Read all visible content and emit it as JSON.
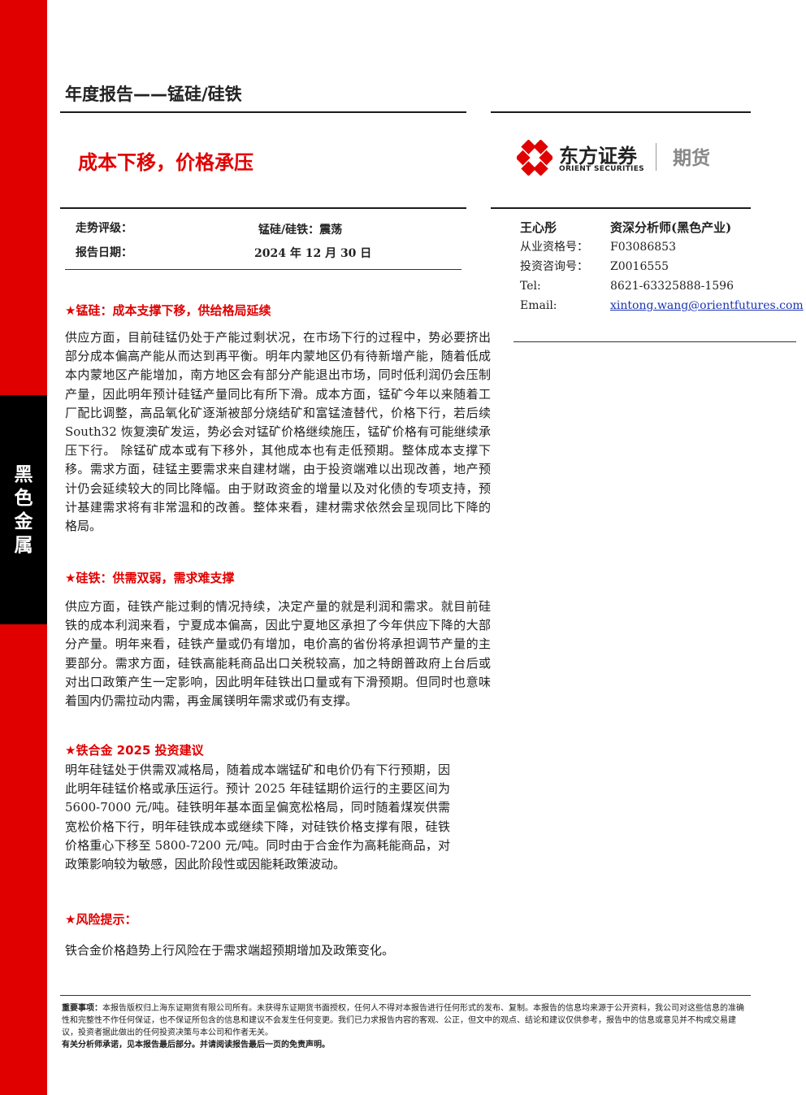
{
  "sidebar": {
    "label": "黑色金属"
  },
  "header": {
    "doc_type": "年度报告——锰硅/硅铁",
    "title": "成本下移，价格承压"
  },
  "logo": {
    "name_cn": "东方证券",
    "name_en": "ORIENT SECURITIES",
    "division": "期货",
    "brand_color": "#e00000"
  },
  "meta": {
    "rating_label": "走势评级：",
    "rating_value": "锰硅/硅铁：震荡",
    "date_label": "报告日期：",
    "date_value": "2024 年 12 月 30 日"
  },
  "analyst": {
    "name": "王心彤",
    "title": "资深分析师(黑色产业)",
    "rows": [
      {
        "label": "从业资格号：",
        "value": "F03086853"
      },
      {
        "label": "投资咨询号：",
        "value": "Z0016555"
      },
      {
        "label": "Tel:",
        "value": "8621-63325888-1596"
      },
      {
        "label": "Email:",
        "value": "xintong.wang@orientfutures.com"
      }
    ]
  },
  "sections": [
    {
      "heading": "★锰硅：成本支撑下移，供给格局延续",
      "body": "供应方面，目前硅锰仍处于产能过剩状况，在市场下行的过程中，势必要挤出部分成本偏高产能从而达到再平衡。明年内蒙地区仍有待新增产能，随着低成本内蒙地区产能增加，南方地区会有部分产能退出市场，同时低利润仍会压制产量，因此明年预计硅锰产量同比有所下滑。成本方面，锰矿今年以来随着工厂配比调整，高品氧化矿逐渐被部分烧结矿和富锰渣替代，价格下行，若后续 South32 恢复澳矿发运，势必会对锰矿价格继续施压，锰矿价格有可能继续承压下行。 除锰矿成本或有下移外，其他成本也有走低预期。整体成本支撑下移。需求方面，硅锰主要需求来自建材端，由于投资端难以出现改善，地产预计仍会延续较大的同比降幅。由于财政资金的增量以及对化债的专项支持，预计基建需求将有非常温和的改善。整体来看，建材需求依然会呈现同比下降的格局。"
    },
    {
      "heading": "★硅铁：供需双弱，需求难支撑",
      "body": "供应方面，硅铁产能过剩的情况持续，决定产量的就是利润和需求。就目前硅铁的成本利润来看，宁夏成本偏高，因此宁夏地区承担了今年供应下降的大部分产量。明年来看，硅铁产量或仍有增加，电价高的省份将承担调节产量的主要部分。需求方面，硅铁高能耗商品出口关税较高，加之特朗普政府上台后或对出口政策产生一定影响，因此明年硅铁出口量或有下滑预期。但同时也意味着国内仍需拉动内需，再金属镁明年需求或仍有支撑。"
    },
    {
      "heading": "★铁合金 2025 投资建议",
      "body": "明年硅锰处于供需双减格局，随着成本端锰矿和电价仍有下行预期，因此明年硅锰价格或承压运行。预计 2025 年硅锰期价运行的主要区间为 5600-7000 元/吨。硅铁明年基本面呈偏宽松格局，同时随着煤炭供需宽松价格下行，明年硅铁成本或继续下降，对硅铁价格支撑有限，硅铁价格重心下移至 5800-7200 元/吨。同时由于合金作为高耗能商品，对政策影响较为敏感，因此阶段性或因能耗政策波动。"
    },
    {
      "heading": "★风险提示：",
      "body": "铁合金价格趋势上行风险在于需求端超预期增加及政策变化。"
    }
  ],
  "disclaimer": {
    "lead": "重要事项：",
    "text": "本报告版权归上海东证期货有限公司所有。未获得东证期货书面授权，任何人不得对本报告进行任何形式的发布、复制。本报告的信息均来源于公开资料，我公司对这些信息的准确性和完整性不作任何保证，也不保证所包含的信息和建议不会发生任何变更。我们已力求报告内容的客观、公正，但文中的观点、结论和建议仅供参考，报告中的信息或意见并不构成交易建议，投资者据此做出的任何投资决策与本公司和作者无关。",
    "note": "有关分析师承诺，见本报告最后部分。并请阅读报告最后一页的免责声明。"
  }
}
